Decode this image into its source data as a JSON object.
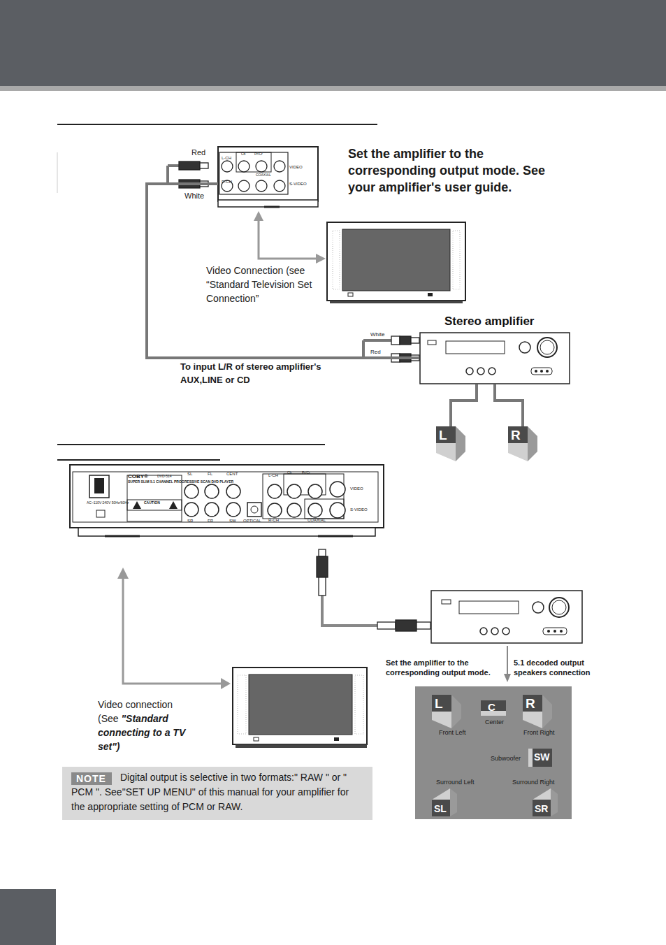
{
  "diagram": {
    "nodes": [
      {
        "text": [
          "L-CH",
          "Cb",
          "Pr/Cr",
          "R-CH",
          "COAXIAL",
          "VIDEO",
          "S-VIDEO"
        ]
      },
      {
        "text": [
          "Stereo amplifier"
        ]
      },
      {
        "text": [
          "L"
        ]
      },
      {
        "text": [
          "R"
        ]
      },
      {
        "text": [
          "COBY®",
          "DVD-514",
          "SUPER SLIM 5.1 CHANNEL PROGRESSIVE SCAN DVD PLAYER",
          "CAUTION",
          "AC~110V-240V 50Hz/60Hz",
          "SL",
          "FL",
          "CENT",
          "SR",
          "FR",
          "SW",
          "OPTICAL",
          "L-CH",
          "Cb",
          "Pr/Cr",
          "R-CH",
          "COAXIAL",
          "VIDEO",
          "S-VIDEO"
        ]
      },
      {
        "text": [
          "Front Left",
          "Center",
          "Front Right",
          "Subwoofer",
          "Surround Left",
          "Surround Right"
        ]
      },
      {
        "text": [
          "L"
        ],
        "in": 5
      },
      {
        "text": [
          "C"
        ],
        "in": 5
      },
      {
        "text": [
          "R"
        ],
        "in": 5
      },
      {
        "text": [
          "SW"
        ],
        "in": 5
      },
      {
        "text": [
          "SL"
        ],
        "in": 5
      },
      {
        "text": [
          "SR"
        ],
        "in": 5
      },
      {
        "text": [
          "Digital output is selective in two formats:\" RAW \" or \" PCM \". See\"SET UP MENU\" of this manual for your amplifier for the appropriate setting of PCM or RAW."
        ]
      },
      {
        "text": [
          "NOTE"
        ],
        "in": 12
      }
    ],
    "edges": [
      {
        "from": 0,
        "to": 1,
        "arrow": "none"
      },
      {
        "from": 1,
        "to": 2,
        "arrow": "none"
      },
      {
        "from": 1,
        "to": 3,
        "arrow": "none"
      }
    ],
    "labels": [
      "Red",
      "White",
      "Set the amplifier to the corresponding output mode. See your amplifier's user guide.",
      "Video Connection (see “Standard Television Set Connection”",
      "White",
      "Red",
      "To input L/R of stereo amplifier's AUX,LINE or CD",
      "Video connection (See",
      "\"Standard connecting to a TV set\")",
      "Set the amplifier to the corresponding output mode.",
      "5.1 decoded output speakers connection"
    ]
  }
}
